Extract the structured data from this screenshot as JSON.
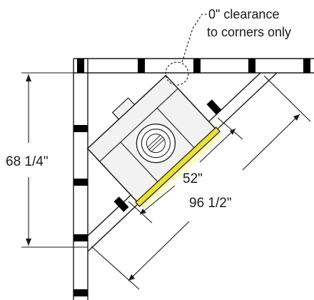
{
  "callout": {
    "line1": "0\" clearance",
    "line2": "to corners only"
  },
  "dimensions": {
    "wall_height": "68 1/4\"",
    "unit_width": "52\"",
    "diagonal_length": "96 1/2\""
  },
  "colors": {
    "line": "#1a1a1a",
    "unit_face": "#f2f2f2",
    "front_trim": "#e8df3c",
    "glow": "#fff7a0"
  },
  "icons": {
    "callout_marker": "dashed-circle",
    "stud_marker": "boxed-x"
  }
}
